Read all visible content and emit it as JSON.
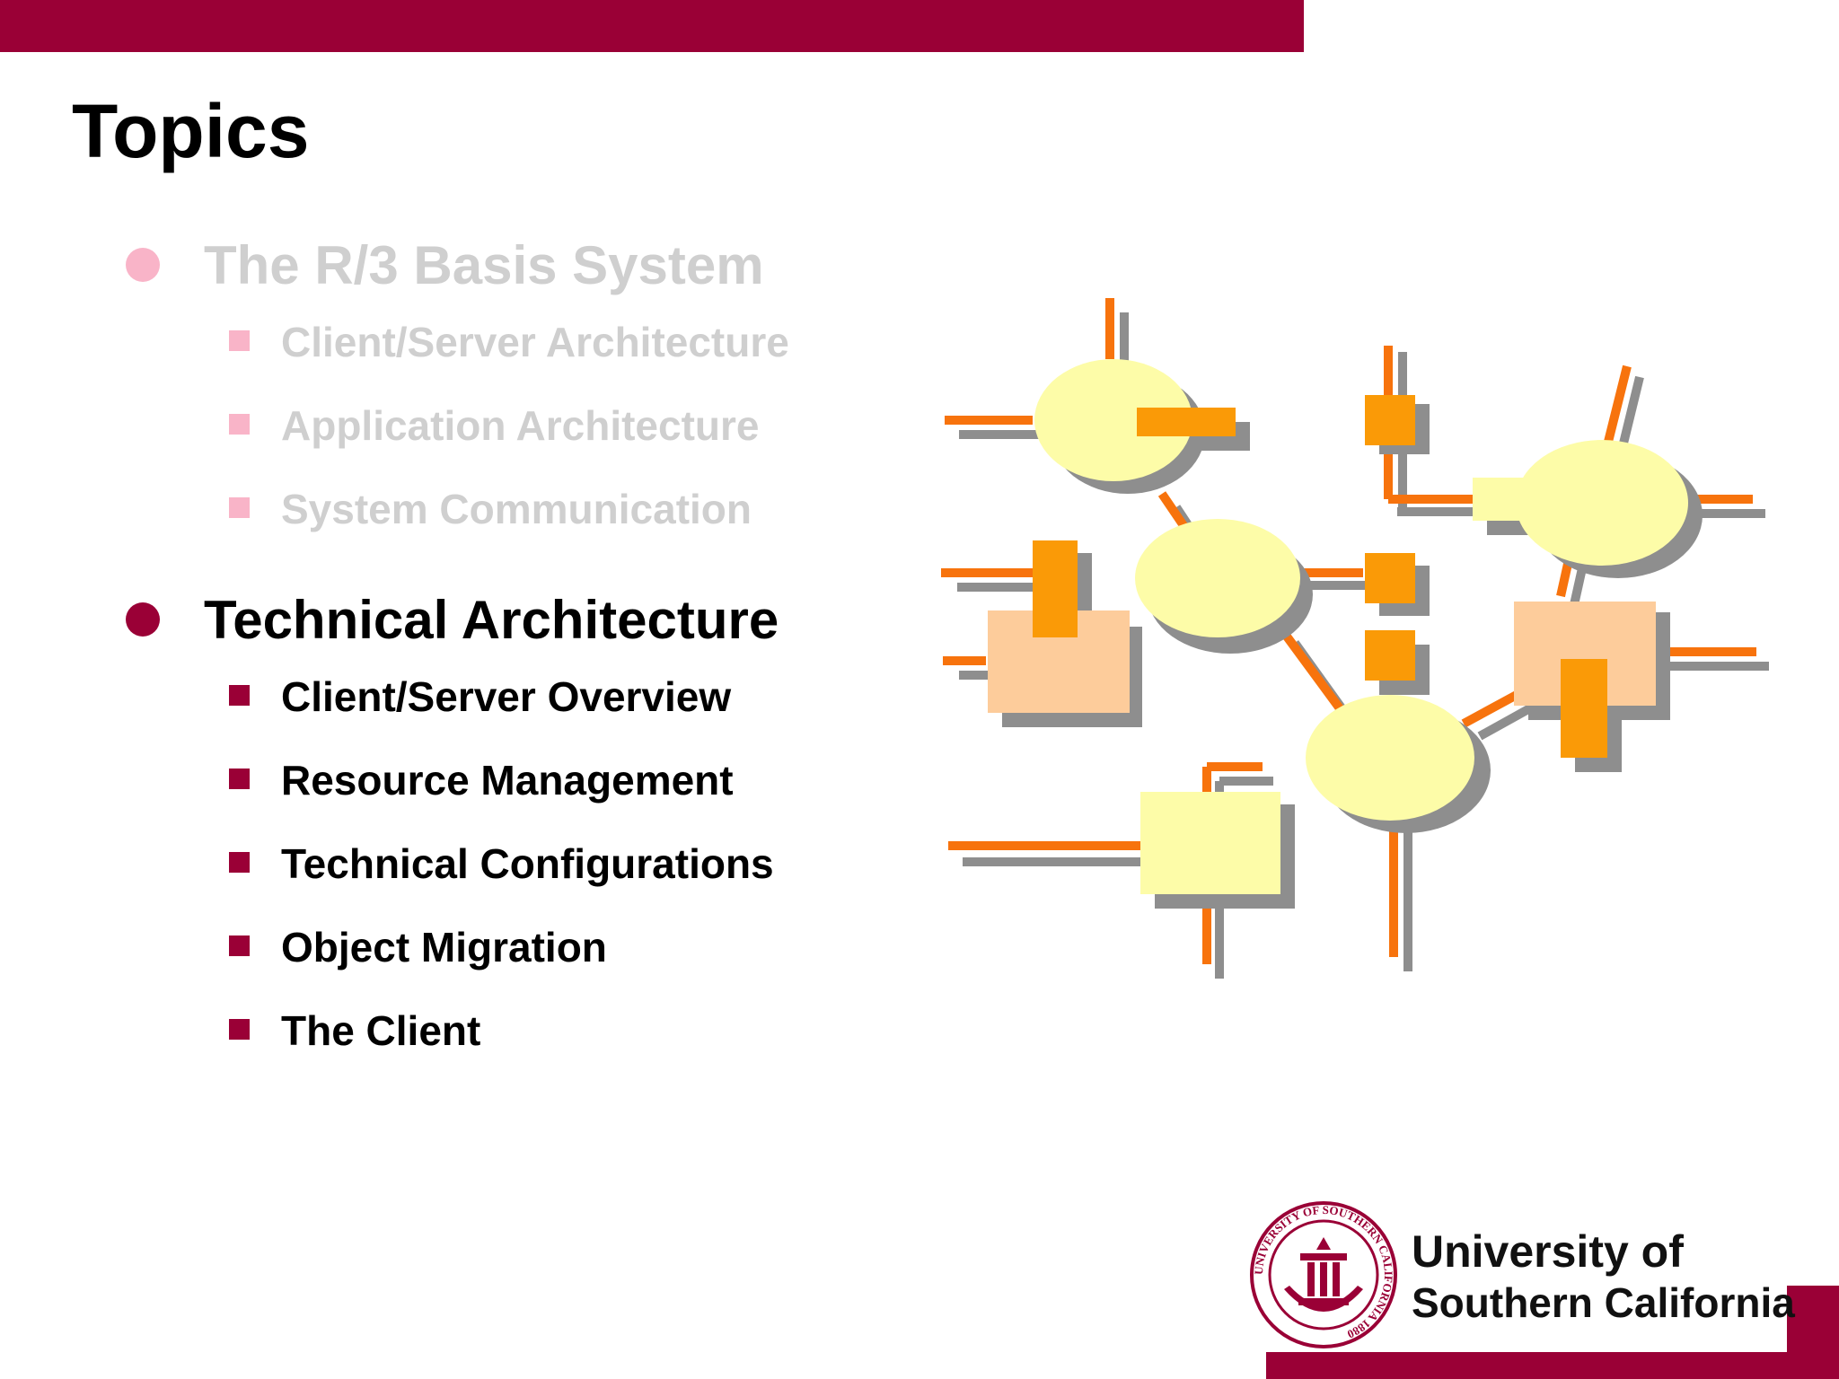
{
  "slide": {
    "title": "Topics"
  },
  "topics": [
    {
      "label": "The R/3 Basis System",
      "state": "inactive",
      "subtopics": [
        "Client/Server Architecture",
        "Application Architecture",
        "System Communication"
      ]
    },
    {
      "label": "Technical Architecture",
      "state": "active",
      "subtopics": [
        "Client/Server Overview",
        "Resource Management",
        "Technical Configurations",
        "Object Migration",
        "The Client"
      ]
    }
  ],
  "logo": {
    "line1": "University of",
    "line2": "Southern California",
    "seal_text": "UNIVERSITY OF SOUTHERN CALIFORNIA 1880"
  },
  "colors": {
    "accent": "#9a0036",
    "inactive_text": "#cfcfcf",
    "inactive_bullet": "#f9b4c8",
    "node_fill": "#fdfca8",
    "connector_orange": "#f7730d",
    "module_orange": "#fa9a07",
    "module_peach": "#fdcc9b",
    "shadow_gray": "#8e8e8e"
  },
  "icons": {
    "topic_bullet": "circle-bullet-icon",
    "subtopic_bullet": "square-bullet-icon",
    "diagram": "network-diagram-icon",
    "seal": "university-seal-icon"
  }
}
